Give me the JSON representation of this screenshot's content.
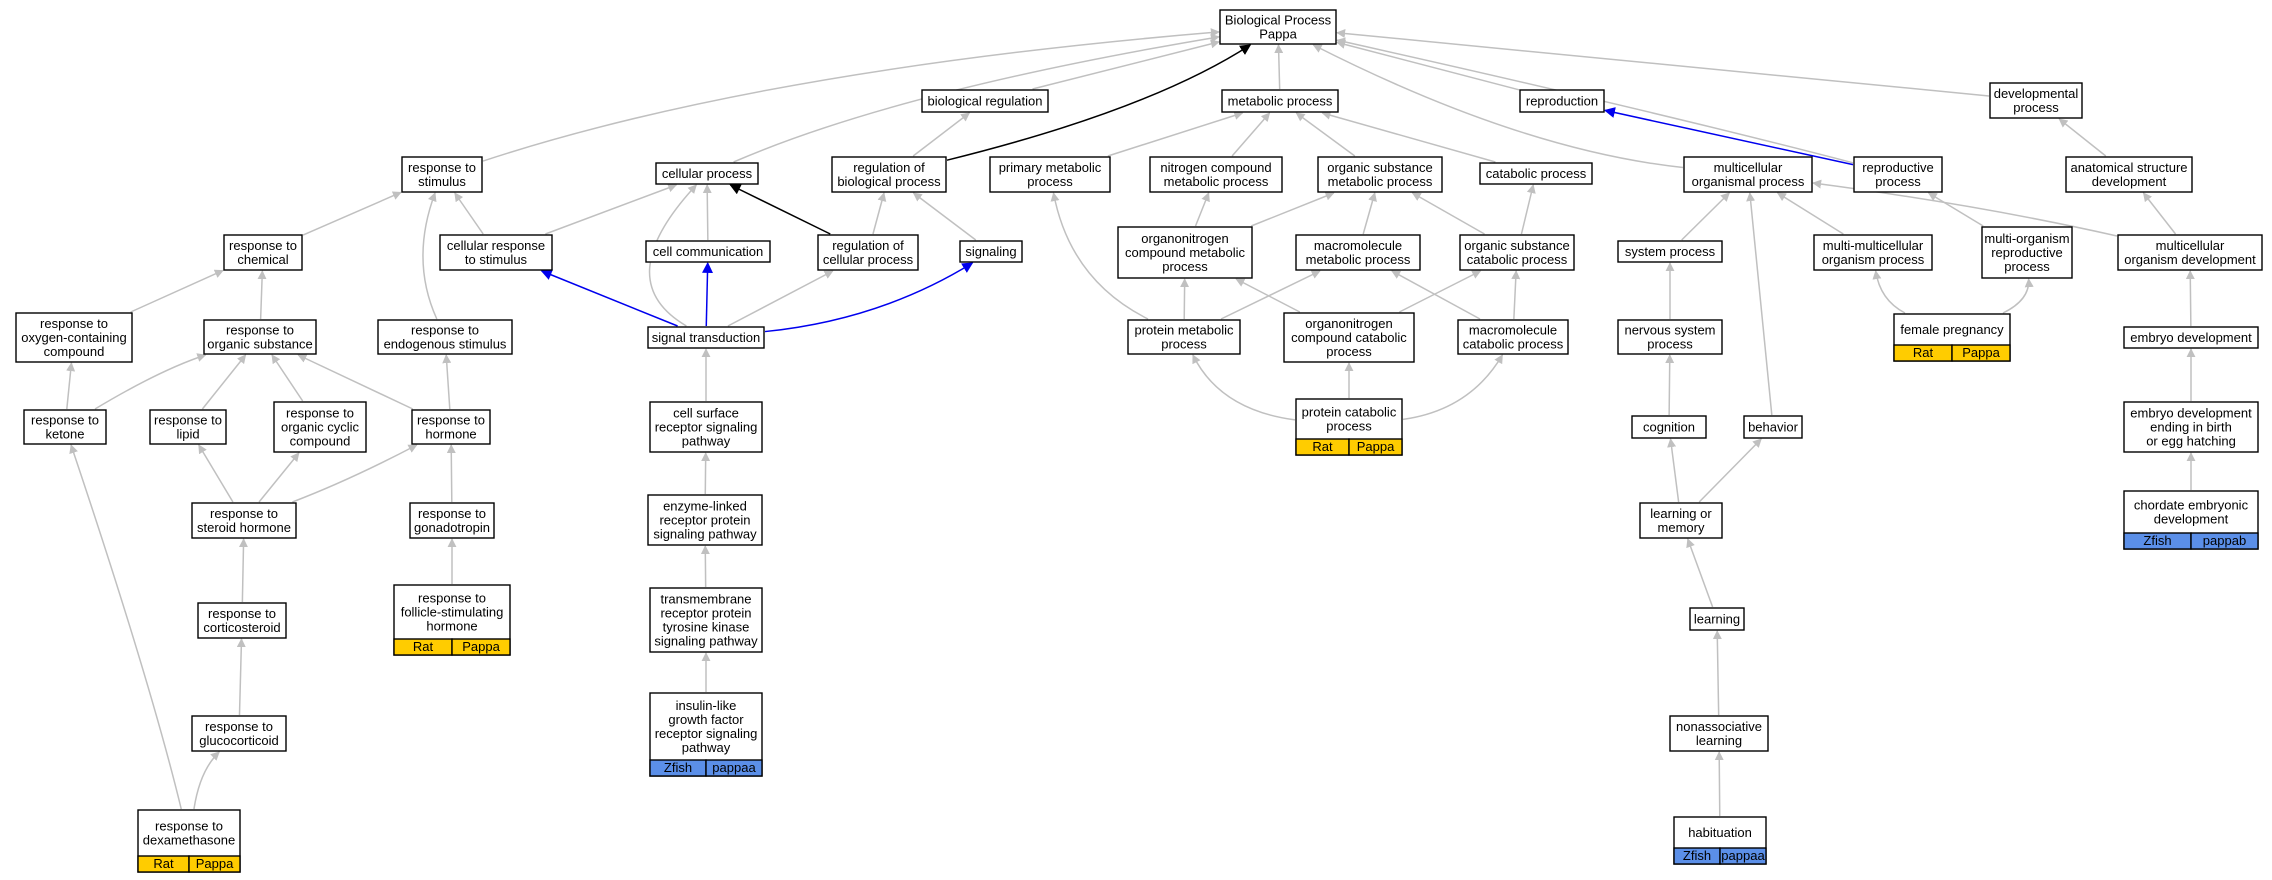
{
  "colors": {
    "rat": "#ffcc00",
    "zfish": "#5b8fe8",
    "gray": "#c0c0c0",
    "black": "#000000",
    "blue": "#0000ee"
  },
  "nodes": [
    {
      "id": "bp",
      "lines": [
        "Biological Process",
        "Pappa"
      ]
    },
    {
      "id": "bioreg",
      "lines": [
        "biological regulation"
      ]
    },
    {
      "id": "metab",
      "lines": [
        "metabolic process"
      ]
    },
    {
      "id": "repro",
      "lines": [
        "reproduction"
      ]
    },
    {
      "id": "devproc",
      "lines": [
        "developmental",
        "process"
      ]
    },
    {
      "id": "respstim",
      "lines": [
        "response to",
        "stimulus"
      ]
    },
    {
      "id": "cellproc",
      "lines": [
        "cellular process"
      ]
    },
    {
      "id": "regbio",
      "lines": [
        "regulation of",
        "biological process"
      ]
    },
    {
      "id": "primmet",
      "lines": [
        "primary metabolic",
        "process"
      ]
    },
    {
      "id": "nitro",
      "lines": [
        "nitrogen compound",
        "metabolic process"
      ]
    },
    {
      "id": "orgsub",
      "lines": [
        "organic substance",
        "metabolic process"
      ]
    },
    {
      "id": "catab",
      "lines": [
        "catabolic process"
      ]
    },
    {
      "id": "multiorg",
      "lines": [
        "multicellular",
        "organismal process"
      ]
    },
    {
      "id": "reproproc",
      "lines": [
        "reproductive",
        "process"
      ]
    },
    {
      "id": "anatdev",
      "lines": [
        "anatomical structure",
        "development"
      ]
    },
    {
      "id": "respchem",
      "lines": [
        "response to",
        "chemical"
      ]
    },
    {
      "id": "cellresp",
      "lines": [
        "cellular response",
        "to stimulus"
      ]
    },
    {
      "id": "cellcomm",
      "lines": [
        "cell communication"
      ]
    },
    {
      "id": "regcell",
      "lines": [
        "regulation of",
        "cellular process"
      ]
    },
    {
      "id": "signaling",
      "lines": [
        "signaling"
      ]
    },
    {
      "id": "orgnitro",
      "lines": [
        "organonitrogen",
        "compound metabolic",
        "process"
      ]
    },
    {
      "id": "macromet",
      "lines": [
        "macromolecule",
        "metabolic process"
      ]
    },
    {
      "id": "orgsubcat",
      "lines": [
        "organic substance",
        "catabolic process"
      ]
    },
    {
      "id": "sysproc",
      "lines": [
        "system process"
      ]
    },
    {
      "id": "multimulti",
      "lines": [
        "multi-multicellular",
        "organism process"
      ]
    },
    {
      "id": "multiorgrepro",
      "lines": [
        "multi-organism",
        "reproductive",
        "process"
      ]
    },
    {
      "id": "multidev",
      "lines": [
        "multicellular",
        "organism development"
      ]
    },
    {
      "id": "respoxy",
      "lines": [
        "response to",
        "oxygen-containing",
        "compound"
      ]
    },
    {
      "id": "resporg",
      "lines": [
        "response to",
        "organic substance"
      ]
    },
    {
      "id": "respendo",
      "lines": [
        "response to",
        "endogenous stimulus"
      ]
    },
    {
      "id": "sigtrans",
      "lines": [
        "signal transduction"
      ]
    },
    {
      "id": "protmet",
      "lines": [
        "protein metabolic",
        "process"
      ]
    },
    {
      "id": "orgnitrocat",
      "lines": [
        "organonitrogen",
        "compound catabolic",
        "process"
      ]
    },
    {
      "id": "macrocat",
      "lines": [
        "macromolecule",
        "catabolic process"
      ]
    },
    {
      "id": "nervsys",
      "lines": [
        "nervous system",
        "process"
      ]
    },
    {
      "id": "femalepreg",
      "lines": [
        "female pregnancy"
      ],
      "tags": [
        {
          "species": "Rat",
          "gene": "Pappa",
          "color": "#ffcc00"
        }
      ]
    },
    {
      "id": "embdev",
      "lines": [
        "embryo development"
      ]
    },
    {
      "id": "respketone",
      "lines": [
        "response to",
        "ketone"
      ]
    },
    {
      "id": "resplipid",
      "lines": [
        "response to",
        "lipid"
      ]
    },
    {
      "id": "respcyclic",
      "lines": [
        "response to",
        "organic cyclic",
        "compound"
      ]
    },
    {
      "id": "resphorm",
      "lines": [
        "response to",
        "hormone"
      ]
    },
    {
      "id": "cellsurf",
      "lines": [
        "cell surface",
        "receptor signaling",
        "pathway"
      ]
    },
    {
      "id": "protcat",
      "lines": [
        "protein catabolic",
        "process"
      ],
      "tags": [
        {
          "species": "Rat",
          "gene": "Pappa",
          "color": "#ffcc00"
        }
      ]
    },
    {
      "id": "cognition",
      "lines": [
        "cognition"
      ]
    },
    {
      "id": "behavior",
      "lines": [
        "behavior"
      ]
    },
    {
      "id": "embdevbirth",
      "lines": [
        "embryo development",
        "ending in birth",
        "or egg hatching"
      ]
    },
    {
      "id": "respsteroid",
      "lines": [
        "response to",
        "steroid hormone"
      ]
    },
    {
      "id": "respgonad",
      "lines": [
        "response to",
        "gonadotropin"
      ]
    },
    {
      "id": "enzyme",
      "lines": [
        "enzyme-linked",
        "receptor protein",
        "signaling pathway"
      ]
    },
    {
      "id": "learnmem",
      "lines": [
        "learning or",
        "memory"
      ]
    },
    {
      "id": "chordate",
      "lines": [
        "chordate embryonic",
        "development"
      ],
      "tags": [
        {
          "species": "Zfish",
          "gene": "pappab",
          "color": "#5b8fe8"
        }
      ]
    },
    {
      "id": "respfsh",
      "lines": [
        "response to",
        "follicle-stimulating",
        "hormone"
      ],
      "tags": [
        {
          "species": "Rat",
          "gene": "Pappa",
          "color": "#ffcc00"
        }
      ]
    },
    {
      "id": "transmem",
      "lines": [
        "transmembrane",
        "receptor protein",
        "tyrosine kinase",
        "signaling pathway"
      ]
    },
    {
      "id": "respcort",
      "lines": [
        "response to",
        "corticosteroid"
      ]
    },
    {
      "id": "learning",
      "lines": [
        "learning"
      ]
    },
    {
      "id": "insulin",
      "lines": [
        "insulin-like",
        "growth factor",
        "receptor signaling",
        "pathway"
      ],
      "tags": [
        {
          "species": "Zfish",
          "gene": "pappaa",
          "color": "#5b8fe8"
        }
      ]
    },
    {
      "id": "respgluco",
      "lines": [
        "response to",
        "glucocorticoid"
      ]
    },
    {
      "id": "nonassoc",
      "lines": [
        "nonassociative",
        "learning"
      ]
    },
    {
      "id": "respdexa",
      "lines": [
        "response to",
        "dexamethasone"
      ],
      "tags": [
        {
          "species": "Rat",
          "gene": "Pappa",
          "color": "#ffcc00"
        }
      ]
    },
    {
      "id": "habituation",
      "lines": [
        "habituation"
      ],
      "tags": [
        {
          "species": "Zfish",
          "gene": "pappaa",
          "color": "#5b8fe8"
        }
      ]
    }
  ]
}
